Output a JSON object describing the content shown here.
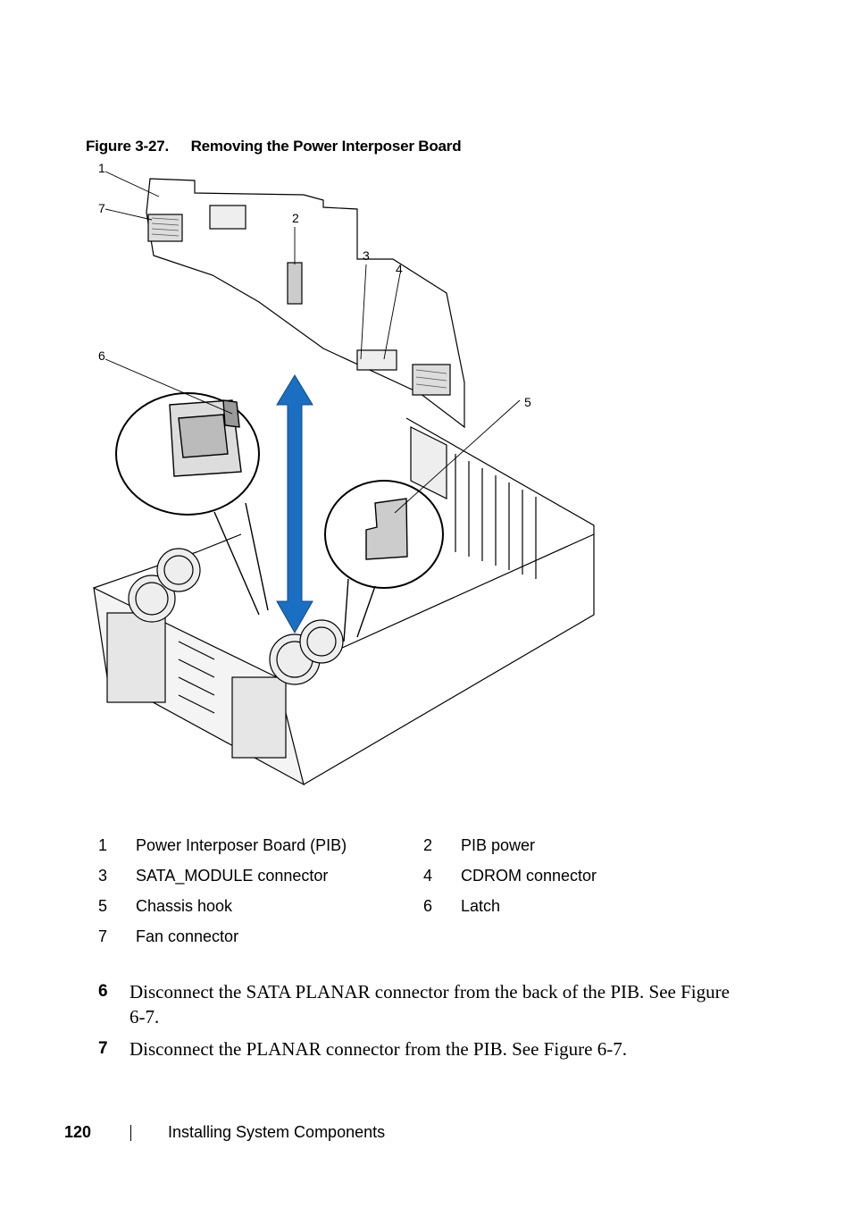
{
  "figure": {
    "number": "Figure 3-27.",
    "title": "Removing the Power Interposer Board",
    "callouts": [
      "1",
      "7",
      "2",
      "3",
      "4",
      "6",
      "5"
    ]
  },
  "legend": [
    {
      "num": "1",
      "label": "Power Interposer Board (PIB)"
    },
    {
      "num": "2",
      "label": "PIB power"
    },
    {
      "num": "3",
      "label": "SATA_MODULE connector"
    },
    {
      "num": "4",
      "label": "CDROM connector"
    },
    {
      "num": "5",
      "label": "Chassis hook"
    },
    {
      "num": "6",
      "label": "Latch"
    },
    {
      "num": "7",
      "label": "Fan connector"
    }
  ],
  "steps": [
    {
      "num": "6",
      "text": "Disconnect the SATA PLANAR connector from the back of the PIB. See Figure 6-7."
    },
    {
      "num": "7",
      "text": "Disconnect the PLANAR connector from the PIB. See Figure 6-7."
    }
  ],
  "footer": {
    "page_number": "120",
    "section": "Installing System Components"
  },
  "colors": {
    "arrow": "#1a6fc2",
    "text": "#000000"
  }
}
